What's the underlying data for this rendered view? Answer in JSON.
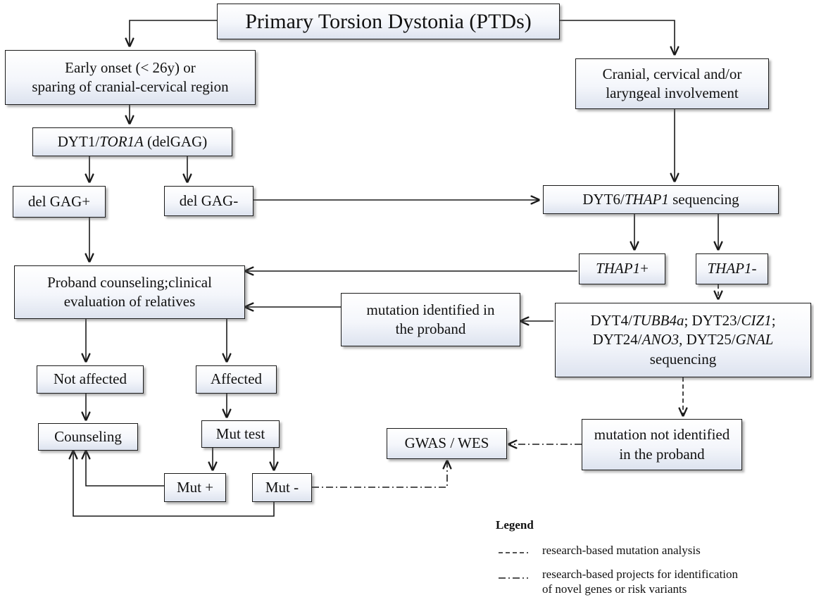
{
  "title": "Primary Torsion Dystonia (PTDs)",
  "early_onset": [
    "Early onset (< 26y) or",
    "sparing of cranial-cervical region"
  ],
  "cranial": [
    "Cranial, cervical and/or",
    "laryngeal involvement"
  ],
  "dyt1": {
    "prefix": "DYT1/",
    "gene": "TOR1A",
    "suffix": " (delGAG)"
  },
  "del_gag_pos": "del GAG+",
  "del_gag_neg": "del GAG-",
  "dyt6": {
    "prefix": "DYT6/",
    "gene": "THAP1",
    "suffix": " sequencing"
  },
  "thap1_pos": {
    "gene": "THAP1",
    "sign": "+"
  },
  "thap1_neg": {
    "gene": "THAP1",
    "sign": "-"
  },
  "proband": [
    "Proband counseling;clinical",
    "evaluation of relatives"
  ],
  "mut_identified": [
    "mutation identified in",
    "the proband"
  ],
  "dyt_multi": {
    "p1": "DYT4/",
    "g1": "TUBB4a",
    "p2": "; DYT23/",
    "g2": "CIZ1",
    "p3": ";",
    "p4": "DYT24/",
    "g3": "ANO3",
    "p5": ", DYT25/",
    "g4": "GNAL",
    "p6": "sequencing"
  },
  "not_affected": "Not affected",
  "affected": "Affected",
  "counseling": "Counseling",
  "mut_test": "Mut test",
  "gwas_wes": "GWAS / WES",
  "mut_not_identified": [
    "mutation not identified",
    "in the proband"
  ],
  "mut_plus": "Mut +",
  "mut_minus": "Mut -",
  "legend": {
    "title": "Legend",
    "dashed_label": "research-based mutation analysis",
    "dashdot_label": [
      "research-based projects for identification",
      "of novel genes or risk variants"
    ]
  }
}
